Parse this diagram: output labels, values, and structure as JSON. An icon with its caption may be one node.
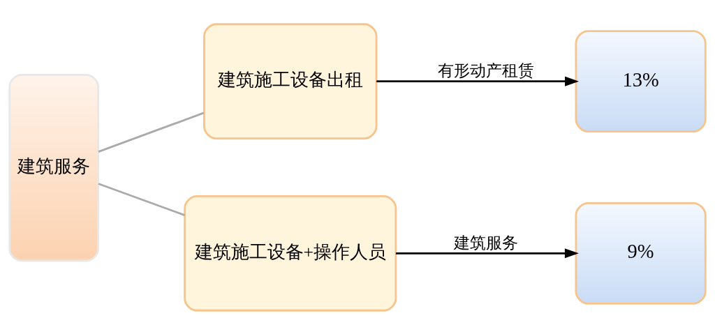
{
  "diagram": {
    "nodes": [
      {
        "text": [
          "建筑服务"
        ]
      },
      {
        "text": [
          "建筑施工设备出租"
        ]
      },
      {
        "text": [
          "建筑施工设备+操作人员"
        ]
      },
      {
        "text": [
          "13%"
        ]
      },
      {
        "text": [
          "9%"
        ]
      }
    ],
    "edges": [
      {
        "from": 0,
        "to": 1,
        "arrow": "none",
        "color": "#aaaaaa"
      },
      {
        "from": 0,
        "to": 2,
        "arrow": "none",
        "color": "#aaaaaa"
      },
      {
        "from": 1,
        "to": 3,
        "arrow": "to",
        "label": "有形动产租赁",
        "color": "#000000"
      },
      {
        "from": 2,
        "to": 4,
        "arrow": "to",
        "label": "建筑服务",
        "color": "#000000"
      }
    ]
  }
}
